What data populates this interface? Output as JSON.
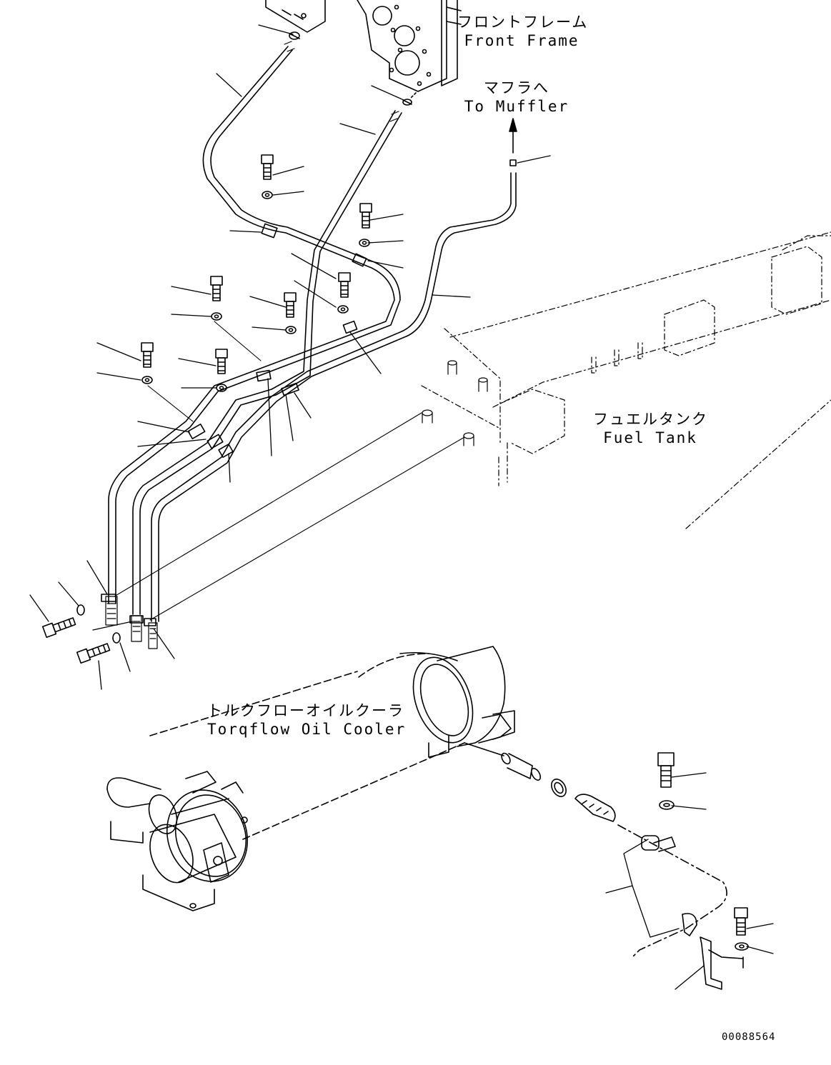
{
  "labels": {
    "front_frame_jp": "フロントフレーム",
    "front_frame_en": "Front Frame",
    "to_muffler_jp": "マフラへ",
    "to_muffler_en": "To Muffler",
    "fuel_tank_jp": "フュエルタンク",
    "fuel_tank_en": "Fuel Tank",
    "oil_cooler_jp": "トルクフローオイルクーラ",
    "oil_cooler_en": "Torqflow Oil Cooler"
  },
  "document_number": "00088564"
}
